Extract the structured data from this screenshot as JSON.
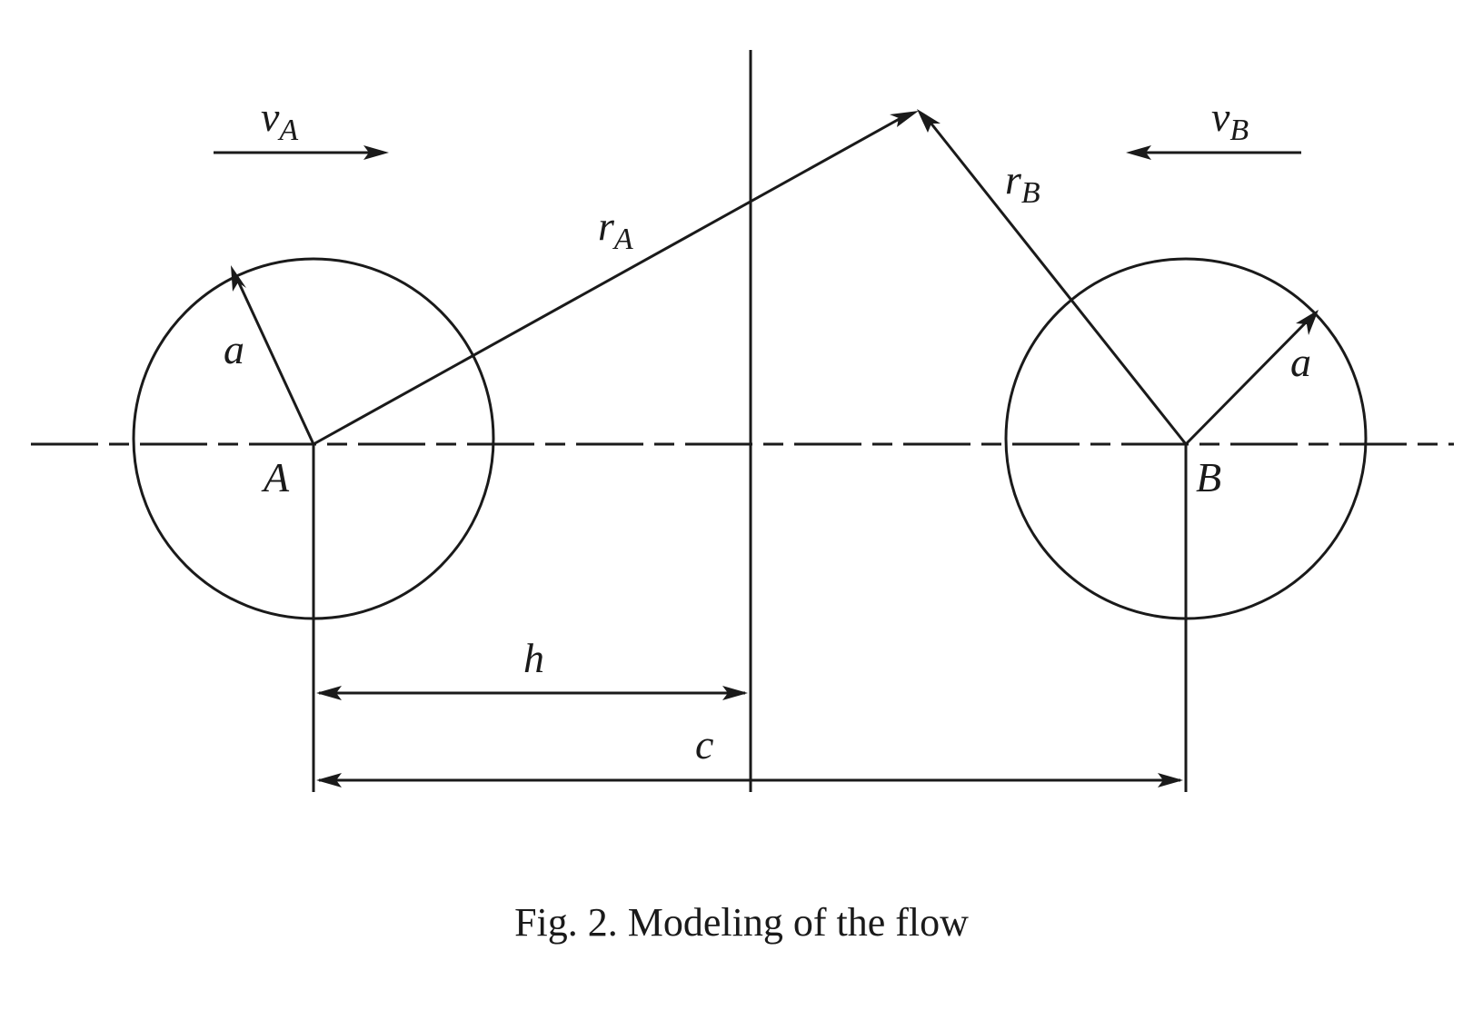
{
  "diagram": {
    "labels": {
      "velocity_a": {
        "symbol": "v",
        "subscript": "A"
      },
      "velocity_b": {
        "symbol": "v",
        "subscript": "B"
      },
      "radius_vector_a": {
        "symbol": "r",
        "subscript": "A"
      },
      "radius_vector_b": {
        "symbol": "r",
        "subscript": "B"
      },
      "radius_a": "a",
      "radius_b": "a",
      "center_a": "A",
      "center_b": "B",
      "half_distance": "h",
      "center_distance": "c"
    }
  },
  "caption": "Fig. 2. Modeling of the flow"
}
